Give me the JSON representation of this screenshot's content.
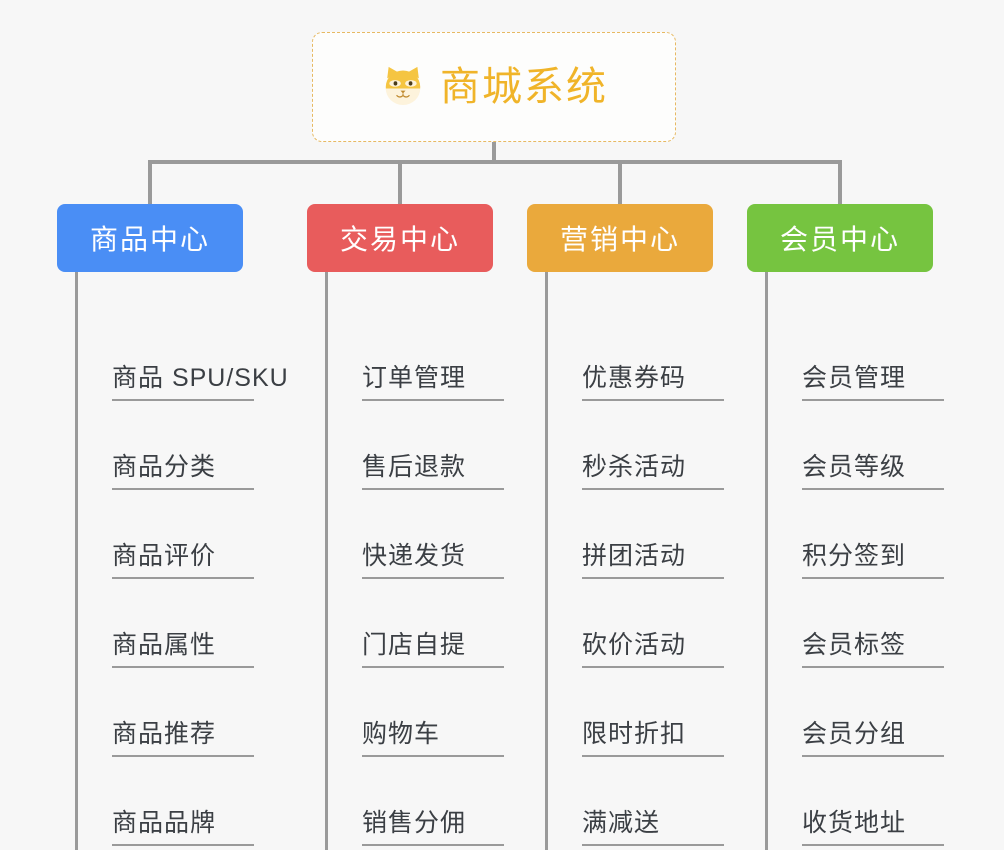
{
  "root": {
    "title": "商城系统",
    "icon": "shiba-dog-icon",
    "border_color": "#e7b962",
    "text_color": "#f0b429"
  },
  "branches": [
    {
      "id": "products",
      "label": "商品中心",
      "color": "#4a8ef5",
      "items": [
        "商品 SPU/SKU",
        "商品分类",
        "商品评价",
        "商品属性",
        "商品推荐",
        "商品品牌"
      ]
    },
    {
      "id": "trade",
      "label": "交易中心",
      "color": "#e85c5c",
      "items": [
        "订单管理",
        "售后退款",
        "快递发货",
        "门店自提",
        "购物车",
        "销售分佣"
      ]
    },
    {
      "id": "marketing",
      "label": "营销中心",
      "color": "#eaa93c",
      "items": [
        "优惠券码",
        "秒杀活动",
        "拼团活动",
        "砍价活动",
        "限时折扣",
        "满减送"
      ]
    },
    {
      "id": "member",
      "label": "会员中心",
      "color": "#76c440",
      "items": [
        "会员管理",
        "会员等级",
        "积分签到",
        "会员标签",
        "会员分组",
        "收货地址"
      ]
    }
  ],
  "theme": {
    "background": "#f7f7f7",
    "connector_color": "#9a9a9a",
    "leaf_text_color": "#3b3f44"
  }
}
